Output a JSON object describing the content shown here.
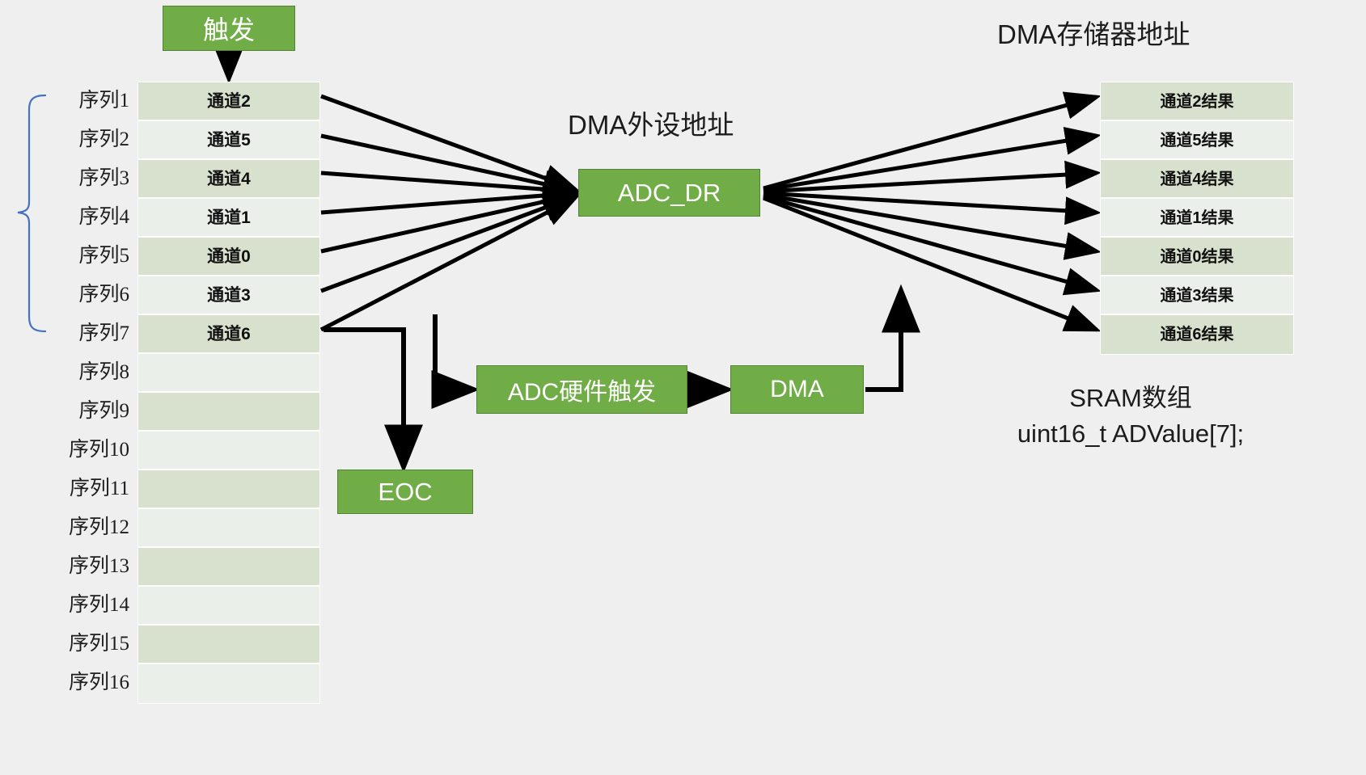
{
  "background": "#efefef",
  "colors": {
    "green_fill": "#70ad47",
    "green_border": "#548235",
    "row_dark": "#d7e1cd",
    "row_light": "#eaefe9",
    "brace_blue": "#4472c4",
    "arrow_black": "#000000",
    "text_dark": "#1c1c1c"
  },
  "captions": {
    "dma_memory_address": "DMA存储器地址",
    "dma_peripheral_address": "DMA外设地址",
    "sram_line1": "SRAM数组",
    "sram_line2": "uint16_t ADValue[7];"
  },
  "boxes": {
    "trigger": "触发",
    "adc_dr": "ADC_DR",
    "adc_hw_trigger": "ADC硬件触发",
    "dma": "DMA",
    "eoc": "EOC"
  },
  "sequence_labels": [
    "序列1",
    "序列2",
    "序列3",
    "序列4",
    "序列5",
    "序列6",
    "序列7",
    "序列8",
    "序列9",
    "序列10",
    "序列11",
    "序列12",
    "序列13",
    "序列14",
    "序列15",
    "序列16"
  ],
  "left_table": {
    "rows": [
      {
        "text": "通道2",
        "shade": "dark"
      },
      {
        "text": "通道5",
        "shade": "light"
      },
      {
        "text": "通道4",
        "shade": "dark"
      },
      {
        "text": "通道1",
        "shade": "light"
      },
      {
        "text": "通道0",
        "shade": "dark"
      },
      {
        "text": "通道3",
        "shade": "light"
      },
      {
        "text": "通道6",
        "shade": "dark"
      },
      {
        "text": "",
        "shade": "light"
      },
      {
        "text": "",
        "shade": "dark"
      },
      {
        "text": "",
        "shade": "light"
      },
      {
        "text": "",
        "shade": "dark"
      },
      {
        "text": "",
        "shade": "light"
      },
      {
        "text": "",
        "shade": "dark"
      },
      {
        "text": "",
        "shade": "light"
      },
      {
        "text": "",
        "shade": "dark"
      },
      {
        "text": "",
        "shade": "light"
      }
    ]
  },
  "right_table": {
    "rows": [
      {
        "text": "通道2结果",
        "shade": "dark"
      },
      {
        "text": "通道5结果",
        "shade": "light"
      },
      {
        "text": "通道4结果",
        "shade": "dark"
      },
      {
        "text": "通道1结果",
        "shade": "light"
      },
      {
        "text": "通道0结果",
        "shade": "dark"
      },
      {
        "text": "通道3结果",
        "shade": "light"
      },
      {
        "text": "通道6结果",
        "shade": "dark"
      }
    ]
  },
  "brace": {
    "covers_from": "序列1",
    "covers_to": "序列7"
  }
}
